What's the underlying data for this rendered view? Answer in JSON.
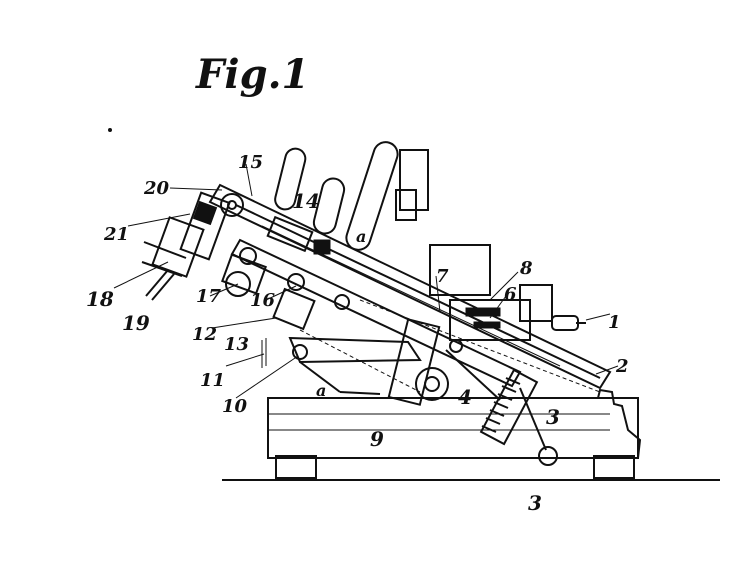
{
  "figure": {
    "title": "Fig.1"
  },
  "labels": {
    "n1": "1",
    "n2": "2",
    "n3a": "3",
    "n3b": "3",
    "n4": "4",
    "n6": "6",
    "n7": "7",
    "n8": "8",
    "n9": "9",
    "n10": "10",
    "n11": "11",
    "n12": "12",
    "n13": "13",
    "n14": "14",
    "n15": "15",
    "n16": "16",
    "n17": "17",
    "n18": "18",
    "n19": "19",
    "n20": "20",
    "n21": "21",
    "a1": "a",
    "a2": "a"
  }
}
